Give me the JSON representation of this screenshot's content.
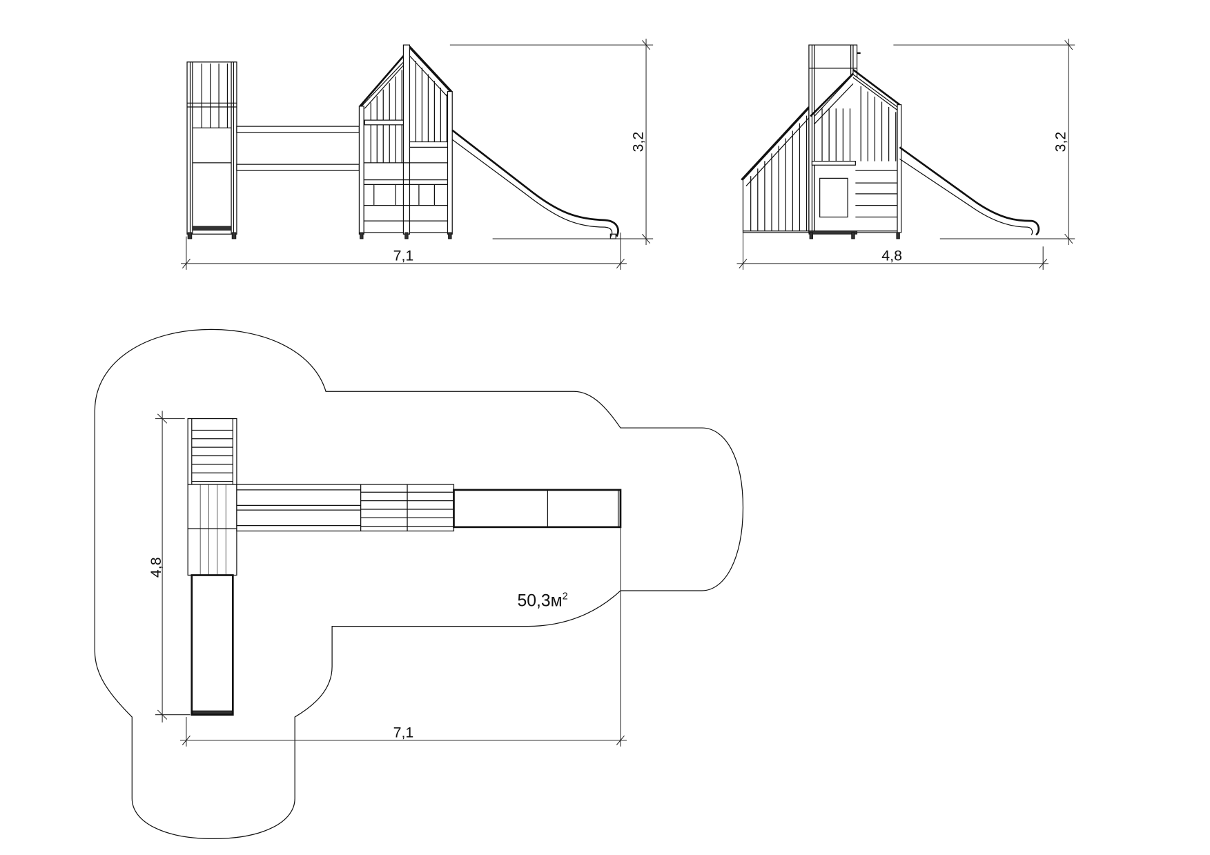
{
  "front_view": {
    "width_label": "7,1",
    "height_label": "3,2"
  },
  "side_view": {
    "width_label": "4,8",
    "height_label": "3,2"
  },
  "plan_view": {
    "width_label": "7,1",
    "depth_label": "4,8",
    "area_label": "50,3м",
    "area_unit_power": "2"
  }
}
